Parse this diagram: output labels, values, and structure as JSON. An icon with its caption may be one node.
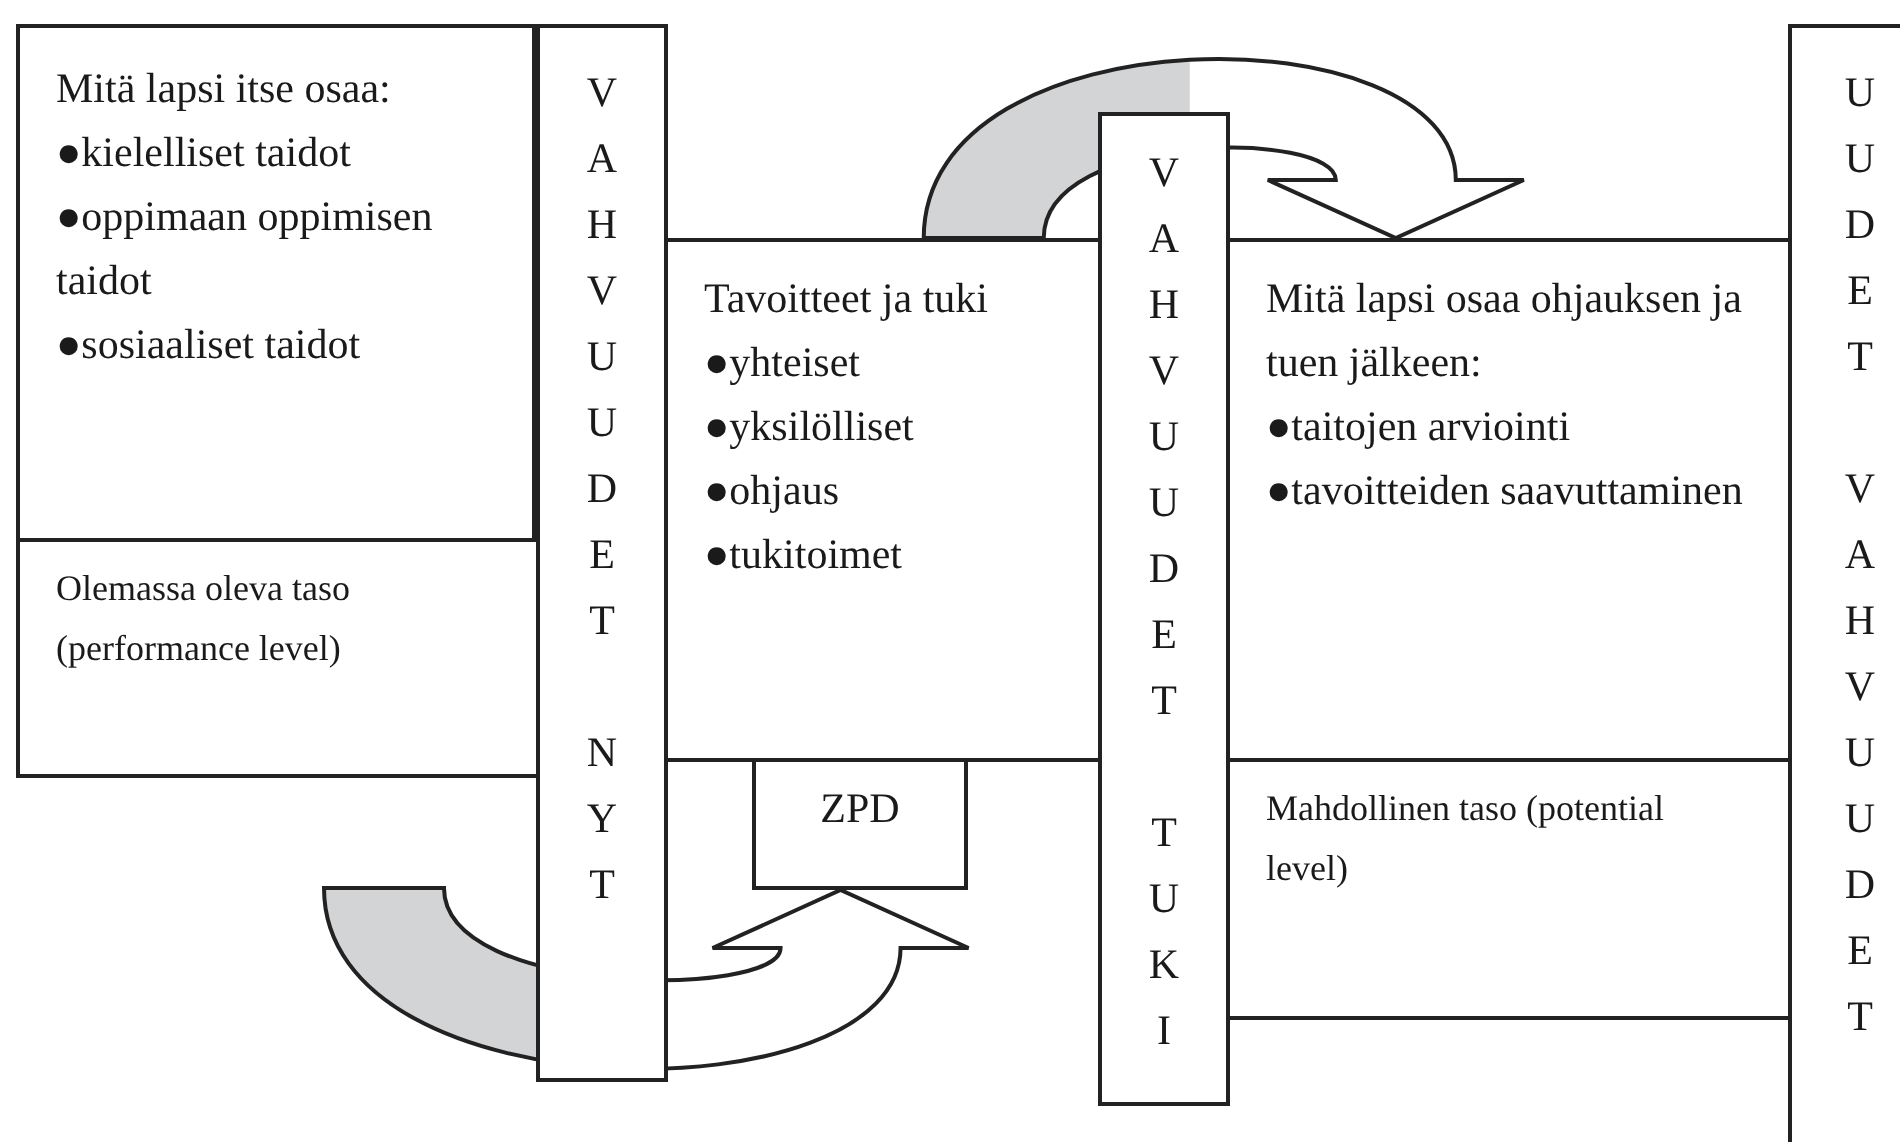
{
  "diagram": {
    "nodes": [
      {
        "text": [
          "Mitä lapsi itse osaa:",
          "●kielelliset taidot",
          "●oppimaan oppimisen taidot",
          "●sosiaaliset taidot"
        ]
      },
      {
        "text": [
          "Olemassa oleva taso (performance level)"
        ]
      },
      {
        "text": [
          "VAHVUUDET",
          "NYT"
        ]
      },
      {
        "text": [
          "Tavoitteet ja tuki",
          "●yhteiset",
          "●yksilölliset",
          "●ohjaus",
          "●tukitoimet"
        ]
      },
      {
        "text": [
          "ZPD"
        ]
      },
      {
        "text": [
          "VAHVUUDET",
          "TUKI"
        ]
      },
      {
        "text": [
          "Mitä lapsi osaa ohjauksen ja tuen jälkeen:",
          "●taitojen arviointi",
          "●tavoitteiden saavuttaminen"
        ]
      },
      {
        "text": [
          "Mahdollinen taso (potential level)"
        ]
      },
      {
        "text": [
          "UUDET",
          "VAHVUUDET"
        ]
      }
    ],
    "edges": [
      {
        "from": null,
        "to": 4,
        "arrow": "to"
      },
      {
        "from": 3,
        "to": 6,
        "arrow": "to"
      }
    ]
  }
}
